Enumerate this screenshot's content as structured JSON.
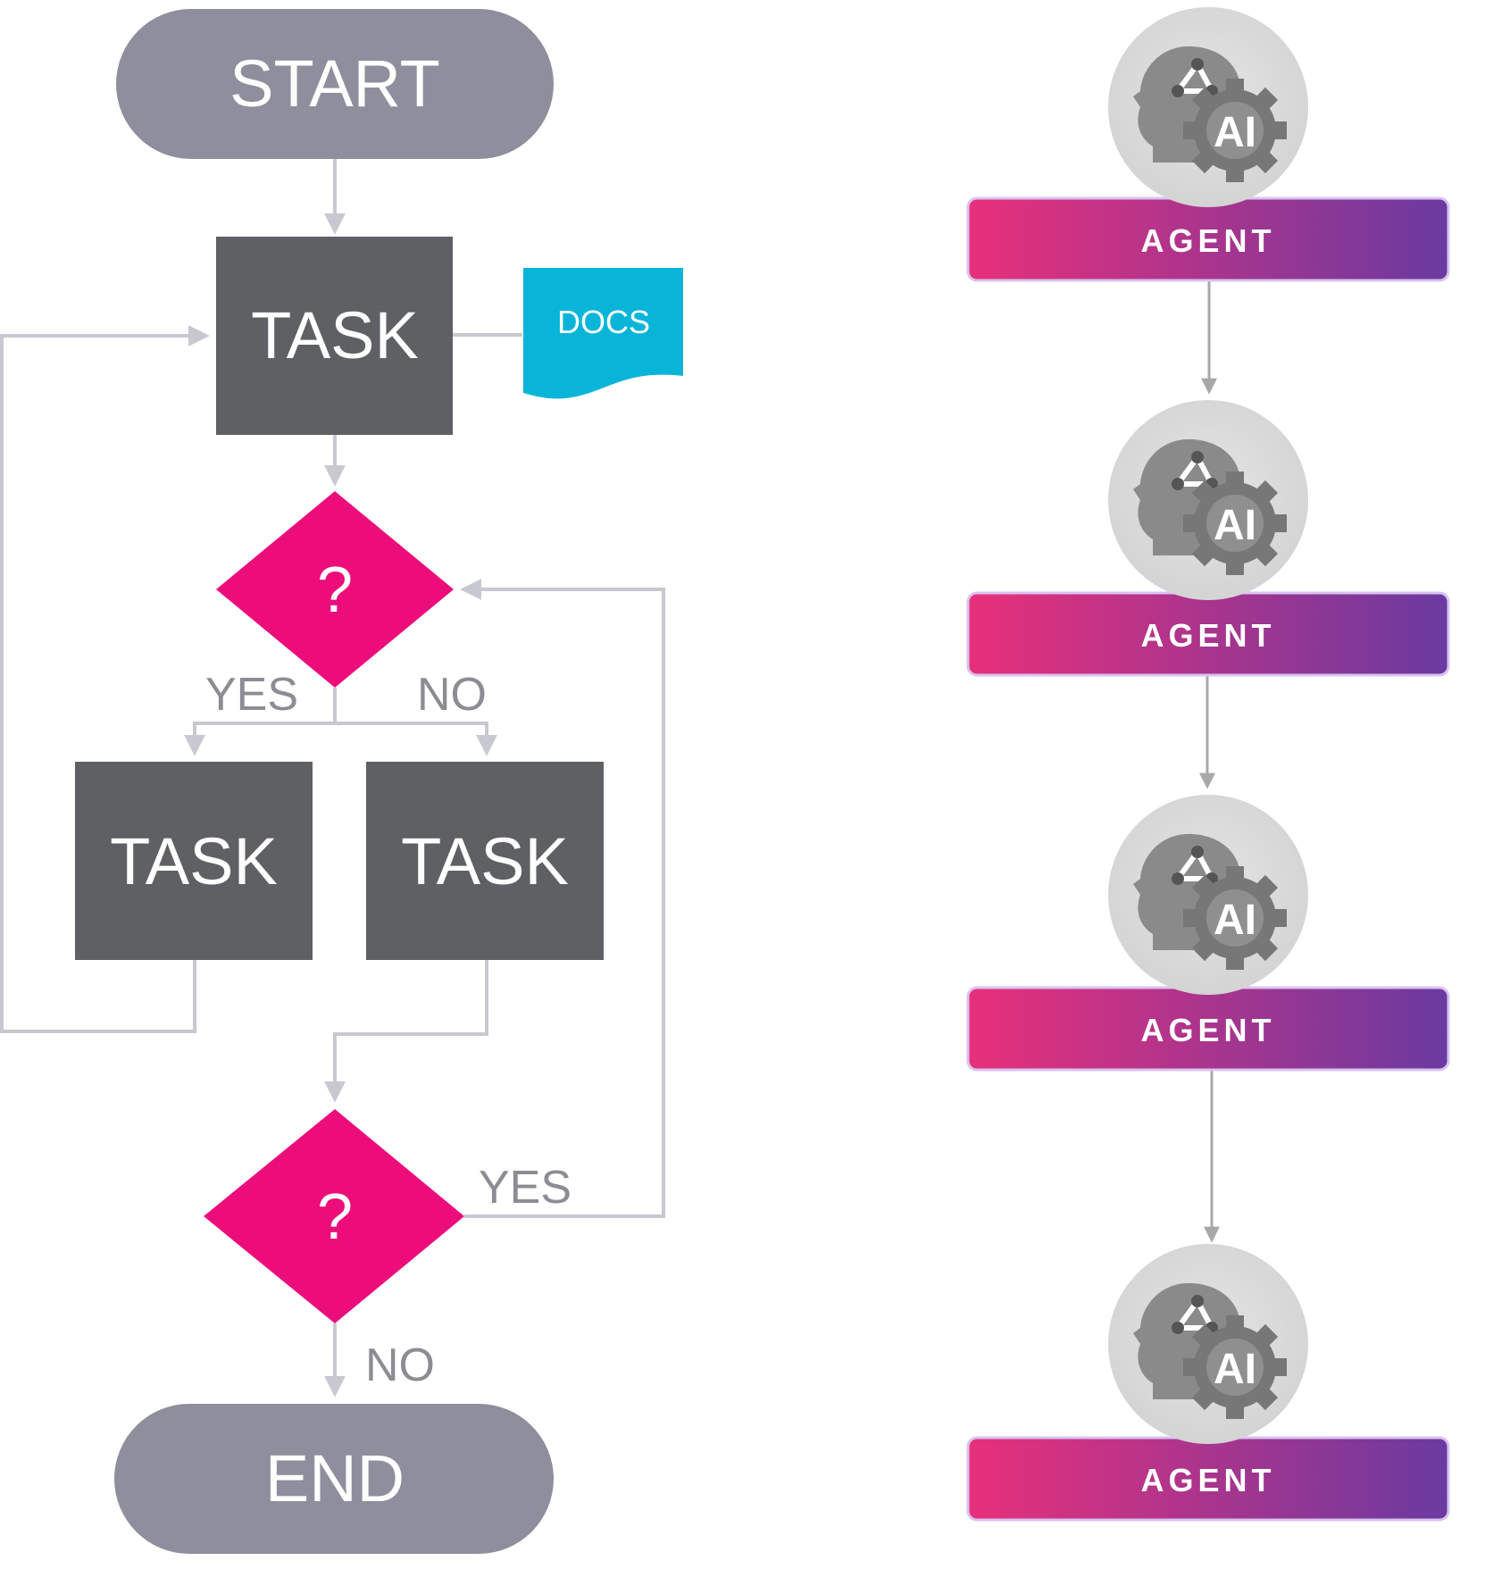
{
  "flowchart": {
    "start_label": "START",
    "end_label": "END",
    "task_labels": [
      "TASK",
      "TASK",
      "TASK"
    ],
    "docs_label": "DOCS",
    "decision_label": "?",
    "branch_labels": {
      "yes_1": "YES",
      "no_1": "NO",
      "yes_2": "YES",
      "no_2": "NO"
    }
  },
  "agents": {
    "icon_text": "AI",
    "items": [
      {
        "label": "AGENT"
      },
      {
        "label": "AGENT"
      },
      {
        "label": "AGENT"
      },
      {
        "label": "AGENT"
      }
    ]
  },
  "colors": {
    "terminal": "#8f8e9c",
    "task": "#5f6063",
    "decision": "#ec0d7b",
    "docs": "#08b5d8",
    "connector": "#c8c8d0",
    "agent_gradient_start": "#e8307a",
    "agent_gradient_end": "#6a3aa0",
    "agent_circle": "#dddddd",
    "agent_icon": "#888888"
  }
}
